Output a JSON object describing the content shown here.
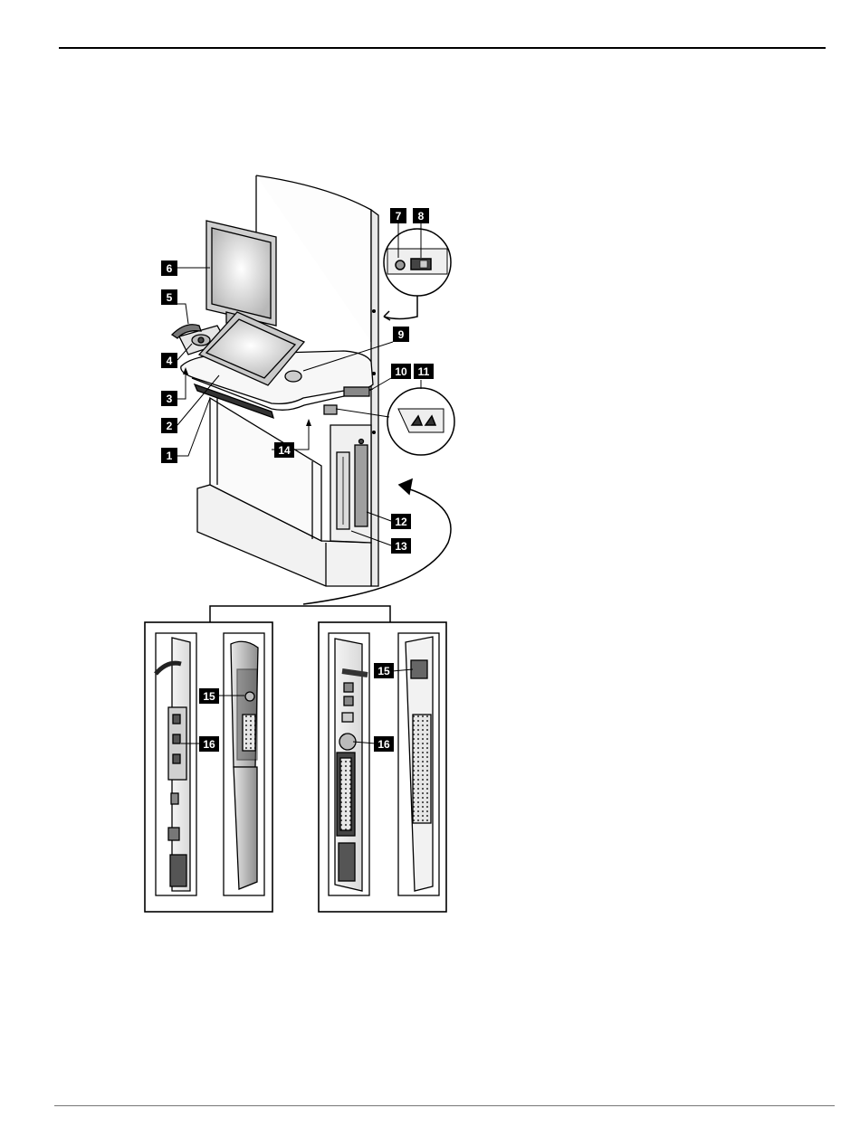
{
  "figure": {
    "callouts": [
      {
        "id": "c1",
        "label": "1"
      },
      {
        "id": "c2",
        "label": "2"
      },
      {
        "id": "c3",
        "label": "3"
      },
      {
        "id": "c4",
        "label": "4"
      },
      {
        "id": "c5",
        "label": "5"
      },
      {
        "id": "c6",
        "label": "6"
      },
      {
        "id": "c7",
        "label": "7"
      },
      {
        "id": "c8",
        "label": "8"
      },
      {
        "id": "c9",
        "label": "9"
      },
      {
        "id": "c10",
        "label": "10"
      },
      {
        "id": "c11",
        "label": "11"
      },
      {
        "id": "c12",
        "label": "12"
      },
      {
        "id": "c13",
        "label": "13"
      },
      {
        "id": "c14",
        "label": "14"
      },
      {
        "id": "c15a",
        "label": "15"
      },
      {
        "id": "c16a",
        "label": "16"
      },
      {
        "id": "c15b",
        "label": "15"
      },
      {
        "id": "c16b",
        "label": "16"
      }
    ]
  }
}
